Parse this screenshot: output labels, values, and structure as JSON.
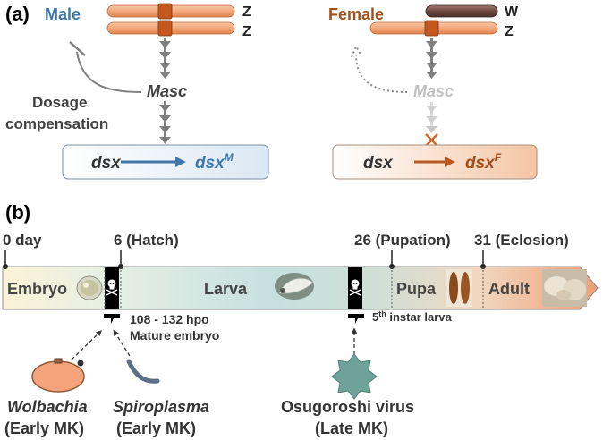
{
  "panel_a": {
    "label": "(a)",
    "male": {
      "title": "Male",
      "chrom_top": "Z",
      "chrom_bottom": "Z",
      "gene": "Masc",
      "note_line1": "Dosage",
      "note_line2": "compensation",
      "dsx": "dsx",
      "dsx_out": "dsx",
      "dsx_out_sup": "M"
    },
    "female": {
      "title": "Female",
      "chrom_top": "W",
      "chrom_bottom": "Z",
      "gene": "Masc",
      "dsx": "dsx",
      "dsx_out": "dsx",
      "dsx_out_sup": "F"
    }
  },
  "panel_b": {
    "label": "(b)",
    "ticks": [
      {
        "label": "0 day"
      },
      {
        "label": "6 (Hatch)"
      },
      {
        "label": "26 (Pupation)"
      },
      {
        "label": "31 (Eclosion)"
      }
    ],
    "stages": [
      "Embryo",
      "Larva",
      "Pupa",
      "Adult"
    ],
    "embryo_note_line1": "108 - 132 hpo",
    "embryo_note_line2": "Mature embryo",
    "larva_note": "5",
    "larva_note_sup": "th",
    "larva_note_rest": " instar larva",
    "agents": [
      {
        "name": "Wolbachia",
        "type": "(Early MK)"
      },
      {
        "name": "Spiroplasma",
        "type": "(Early MK)"
      },
      {
        "name": "Osugoroshi virus",
        "type": "(Late MK)"
      }
    ]
  },
  "colors": {
    "male": "#3f78a8",
    "female": "#a34f1c",
    "arrow": "#7f7f7f",
    "chrom_z": "#f2a67a",
    "chrom_w": "#6e4740"
  }
}
